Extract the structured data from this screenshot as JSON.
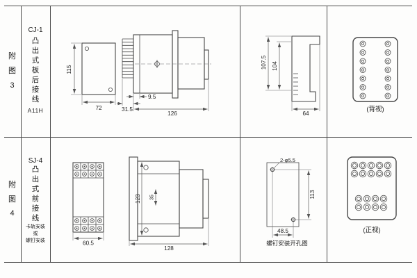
{
  "page": {
    "bg": "#fdfdfc",
    "line_color": "#4a4a4a"
  },
  "row1": {
    "figure_label": "附\n图\n3",
    "model": "CJ-1",
    "wiring_vertical": "凸\n出\n式\n板\n后\n接\n线",
    "code": "A11H",
    "front_view": {
      "height": "115",
      "width": "72"
    },
    "side_view": {
      "terminal_depth": "31.5",
      "panel_gap": "9.5",
      "length": "126"
    },
    "cutout_view": {
      "outer_height": "107.5",
      "inner_height": "104",
      "width": "64"
    },
    "terminal_view": {
      "label": "(背视)"
    }
  },
  "row2": {
    "figure_label": "附\n图\n4",
    "model": "SJ-4",
    "wiring_vertical": "凸\n出\n式\n前\n接\n线",
    "mounting_note": "卡轨安装\n或\n螺钉安装",
    "front_view": {
      "width": "60.5"
    },
    "side_view": {
      "height": "123",
      "step": "35",
      "length": "128"
    },
    "hole_view": {
      "holes": "2-φ5.5",
      "height": "113",
      "width": "48.5",
      "caption": "螺钉安装开孔图"
    },
    "terminal_view": {
      "label": "(正视)"
    }
  }
}
